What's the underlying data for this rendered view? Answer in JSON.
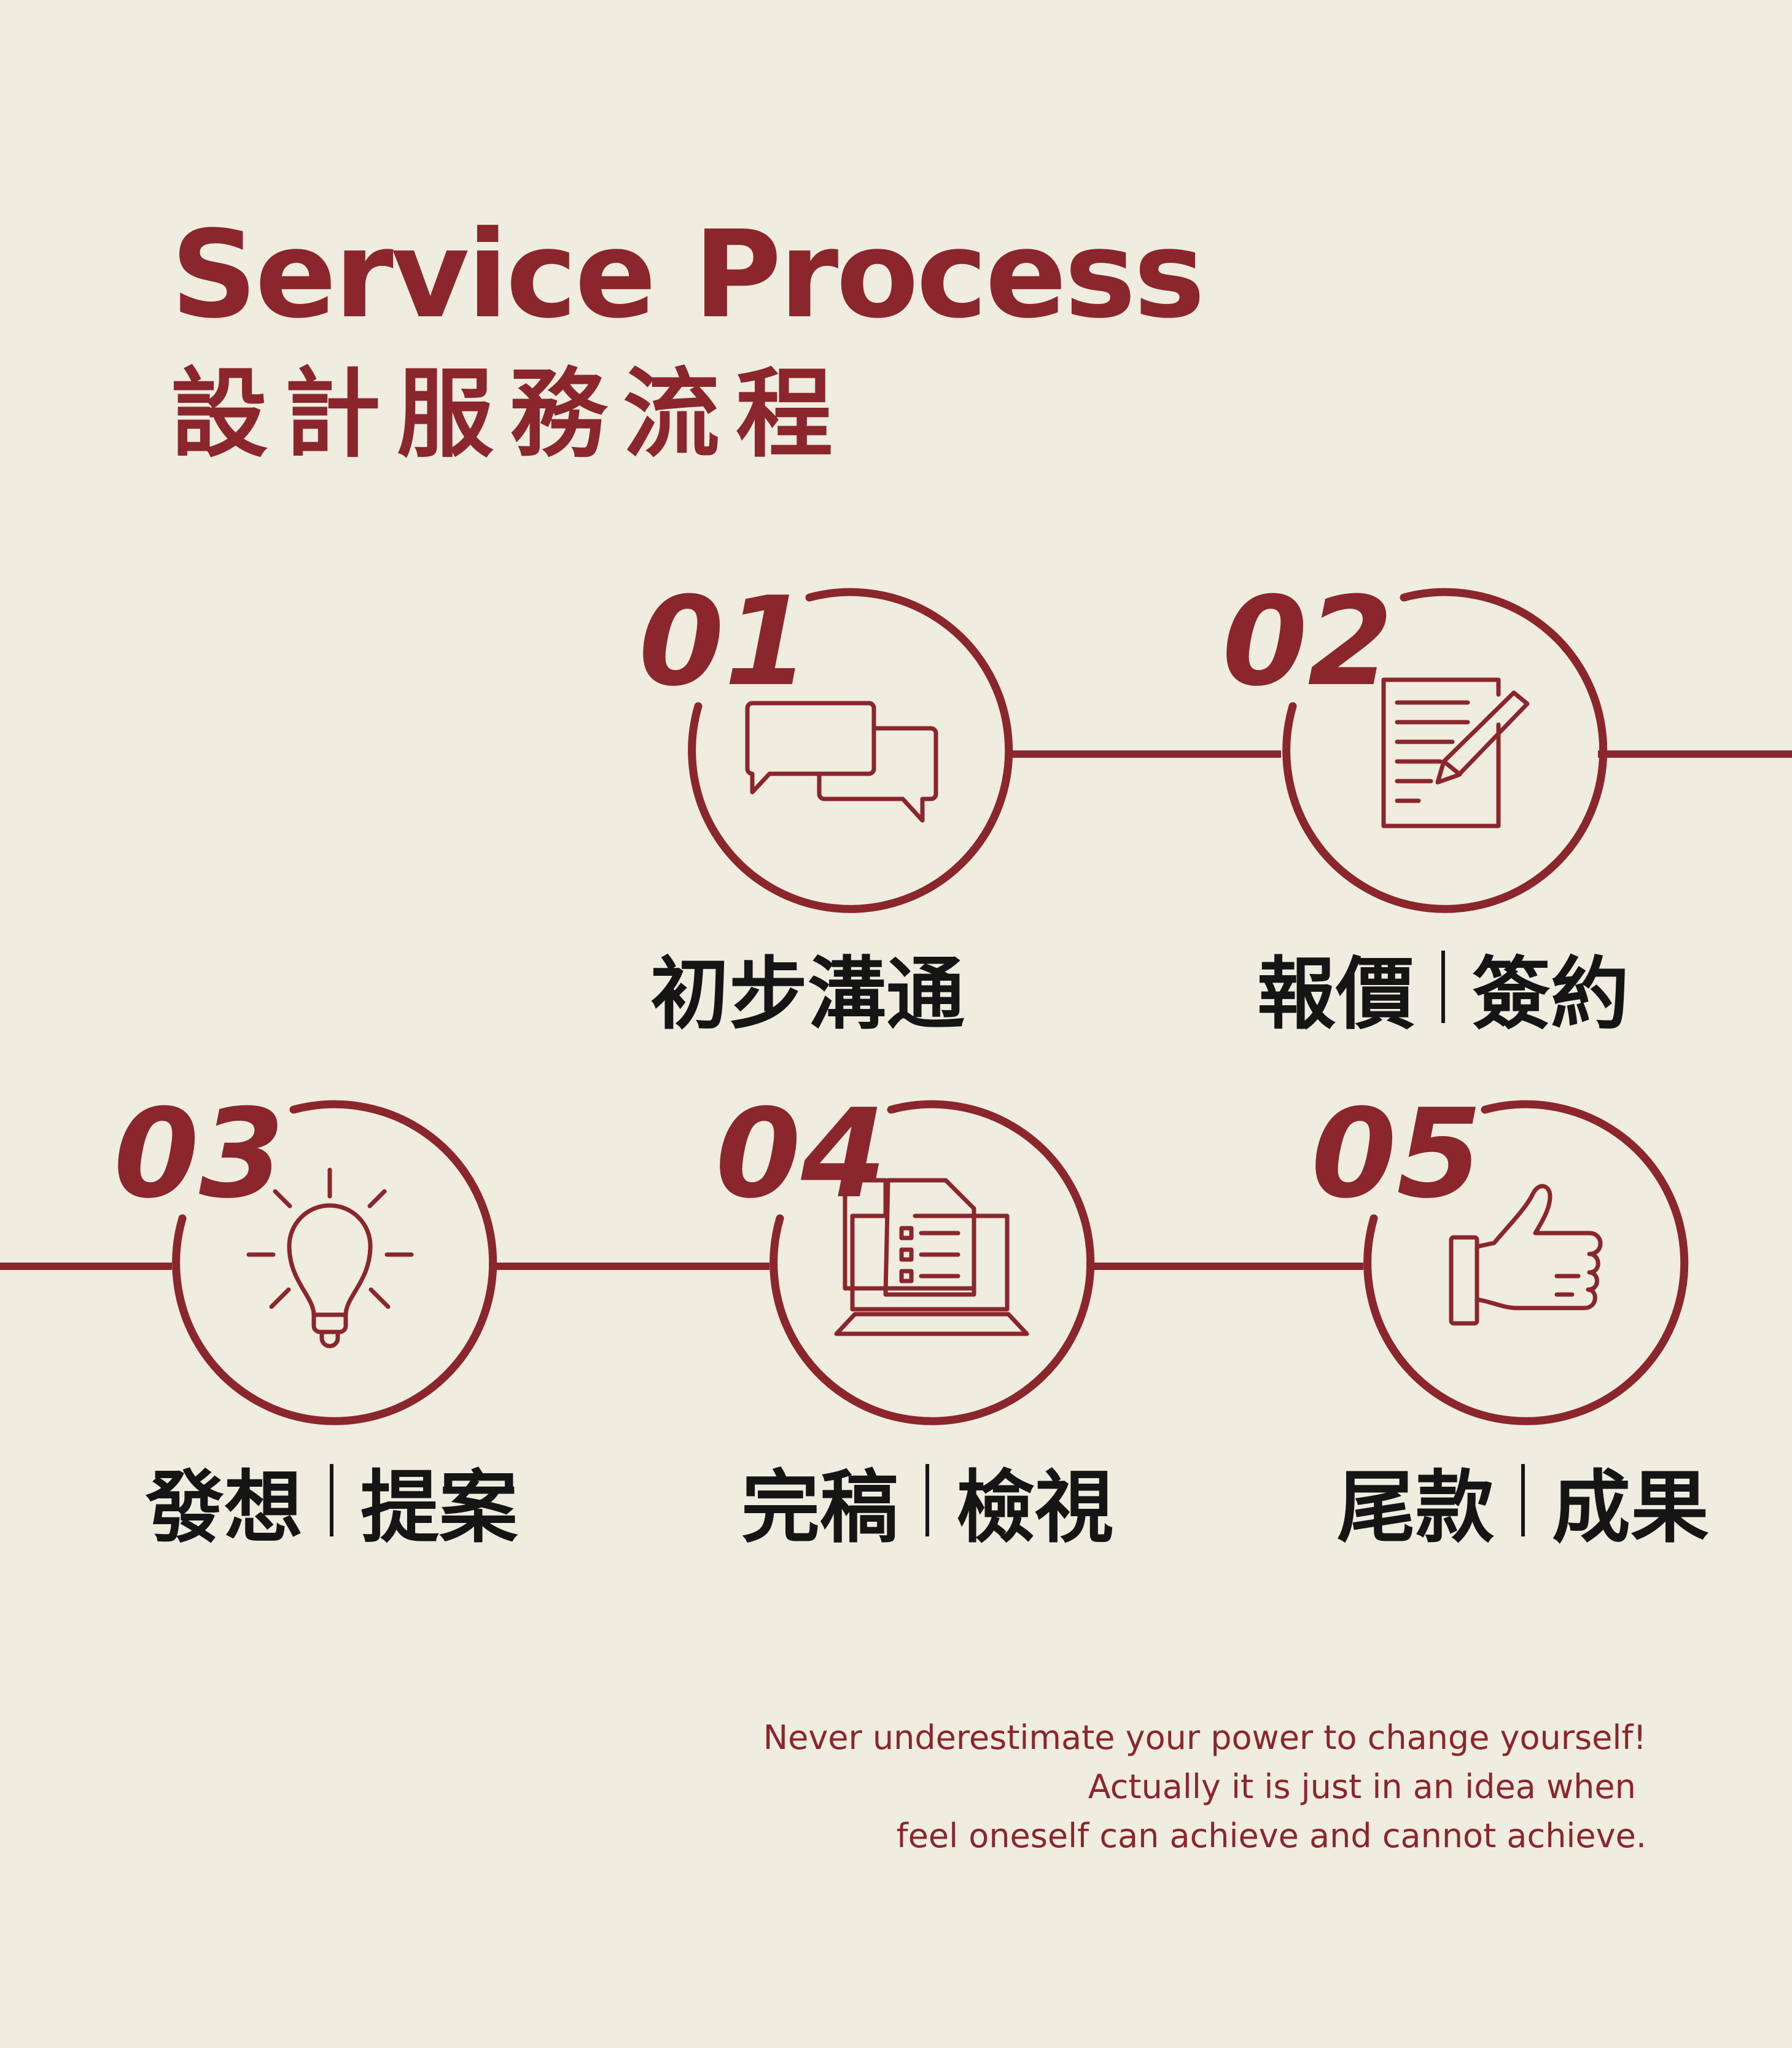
{
  "colors": {
    "background": "#EFECE0",
    "accent": "#8B262C",
    "label": "#151515"
  },
  "title": {
    "english": "Service Process",
    "chinese": "設計服務流程"
  },
  "steps": [
    {
      "number": "01",
      "icon": "chat-bubbles-icon",
      "label_parts": [
        "初步溝通"
      ]
    },
    {
      "number": "02",
      "icon": "document-pen-icon",
      "label_parts": [
        "報價",
        "簽約"
      ]
    },
    {
      "number": "03",
      "icon": "lightbulb-icon",
      "label_parts": [
        "發想",
        "提案"
      ]
    },
    {
      "number": "04",
      "icon": "laptop-checklist-icon",
      "label_parts": [
        "完稿",
        "檢視"
      ]
    },
    {
      "number": "05",
      "icon": "thumbs-up-icon",
      "label_parts": [
        "尾款",
        "成果"
      ]
    }
  ],
  "quote": {
    "line1": "Never underestimate your power to change yourself!",
    "line2": "Actually it is just in an idea when ",
    "line3": "feel oneself can achieve and cannot achieve."
  }
}
